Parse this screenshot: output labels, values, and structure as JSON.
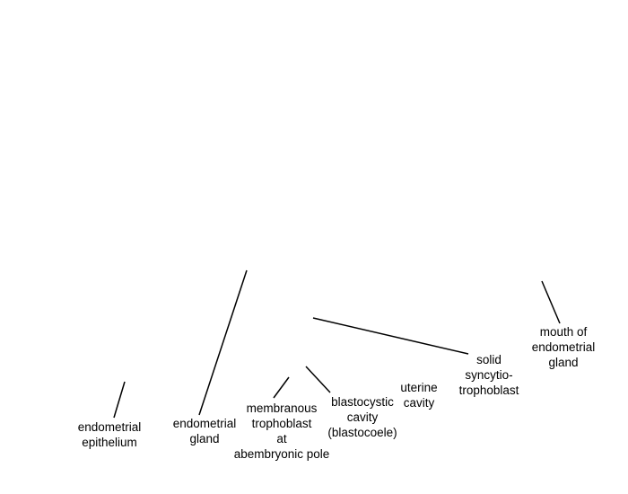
{
  "labels": {
    "endometrial_epithelium": [
      "endometrial",
      "epithelium"
    ],
    "endometrial_gland": [
      "endometrial",
      "gland"
    ],
    "membranous_trophoblast": [
      "membranous",
      "trophoblast",
      "at",
      "abembryonic pole"
    ],
    "blastocystic_cavity": [
      "blastocystic",
      "cavity",
      "(blastocoele)"
    ],
    "uterine_cavity": [
      "uterine",
      "cavity"
    ],
    "solid_syncytiotrophoblast": [
      "solid",
      "syncytio-",
      "trophoblast"
    ],
    "mouth_of_endometrial_gland": [
      "mouth of",
      "endometrial",
      "gland"
    ]
  },
  "colors": {
    "line": "#000000",
    "text": "#000000",
    "background": "#ffffff"
  }
}
